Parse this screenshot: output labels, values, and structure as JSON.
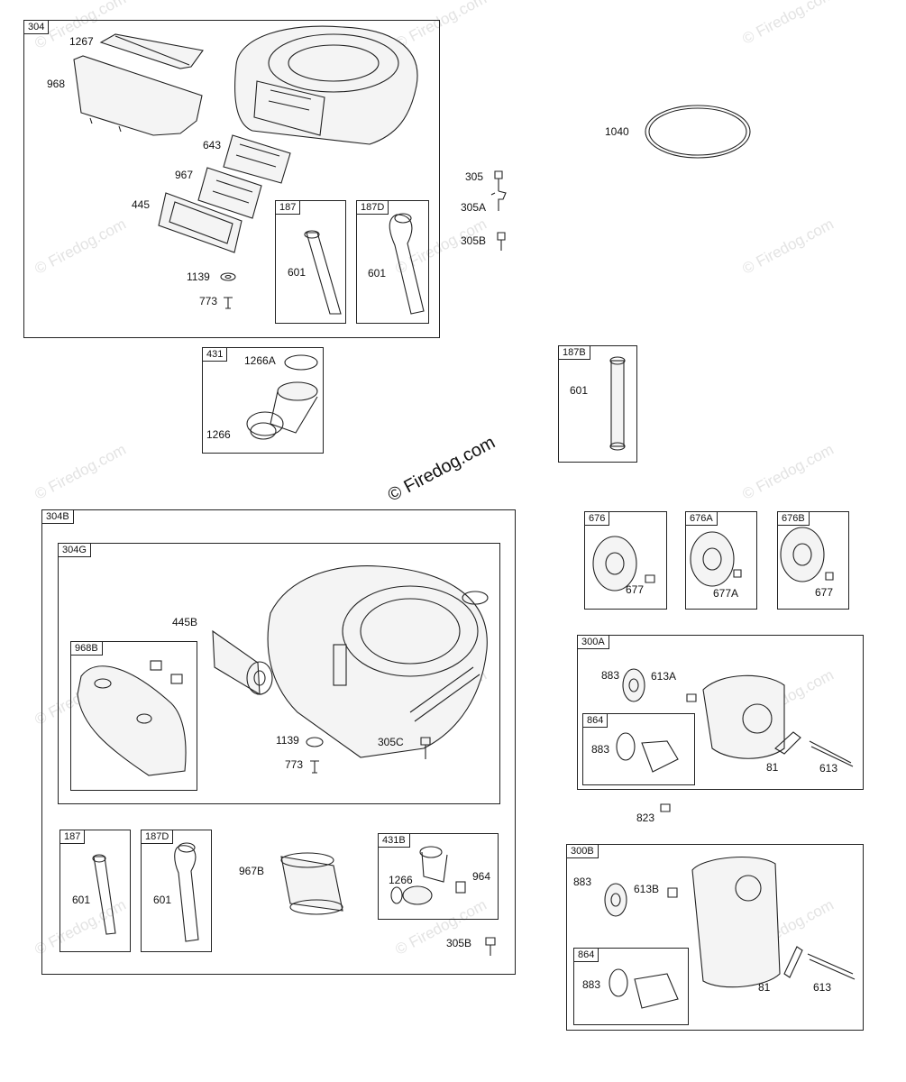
{
  "watermark": {
    "text": "© Firedog.com",
    "main": "© Firedog.com"
  },
  "groups": {
    "g304": {
      "tag": "304"
    },
    "g187a": {
      "tag": "187"
    },
    "g187d": {
      "tag": "187D"
    },
    "g431": {
      "tag": "431"
    },
    "g187b": {
      "tag": "187B"
    },
    "g304b": {
      "tag": "304B"
    },
    "g304g": {
      "tag": "304G"
    },
    "g968b": {
      "tag": "968B"
    },
    "g187c": {
      "tag": "187"
    },
    "g187e": {
      "tag": "187D"
    },
    "g431b": {
      "tag": "431B"
    },
    "g676": {
      "tag": "676"
    },
    "g676a": {
      "tag": "676A"
    },
    "g676b": {
      "tag": "676B"
    },
    "g300a": {
      "tag": "300A"
    },
    "g864a": {
      "tag": "864"
    },
    "g300b": {
      "tag": "300B"
    },
    "g864b": {
      "tag": "864"
    }
  },
  "labels": {
    "p1267": "1267",
    "p968": "968",
    "p643": "643",
    "p967": "967",
    "p445": "445",
    "p1139": "1139",
    "p773": "773",
    "p601a": "601",
    "p601b": "601",
    "p1040": "1040",
    "p305": "305",
    "p305a": "305A",
    "p305b": "305B",
    "p1266a": "1266A",
    "p1266": "1266",
    "p601c": "601",
    "p445b": "445B",
    "p1139b": "1139",
    "p305c": "305C",
    "p773b": "773",
    "p601d": "601",
    "p601e": "601",
    "p967b": "967B",
    "p1266b": "1266",
    "p964": "964",
    "p305b2": "305B",
    "p677": "677",
    "p677a": "677A",
    "p677b": "677",
    "p883a": "883",
    "p613a": "613A",
    "p883b": "883",
    "p81a": "81",
    "p613": "613",
    "p823": "823",
    "p883c": "883",
    "p613b": "613B",
    "p883d": "883",
    "p81b": "81",
    "p613c": "613"
  }
}
